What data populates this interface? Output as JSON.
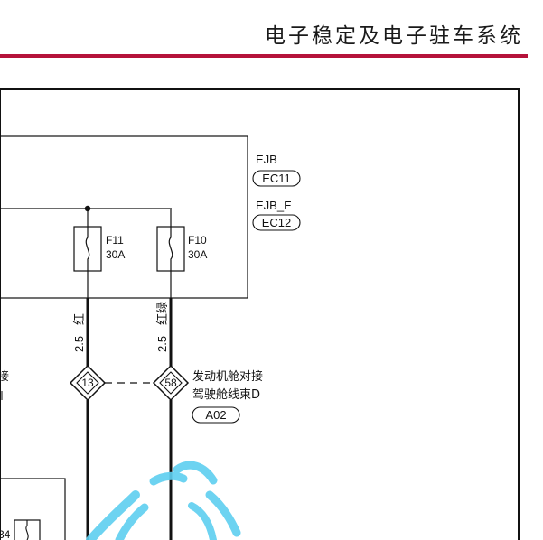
{
  "header": {
    "title": "电子稳定及电子驻车系统",
    "rule_color": "#b5123a"
  },
  "box": {
    "name": "EJB",
    "connectors": [
      "EC11",
      "EC12"
    ],
    "name2": "EJB_E"
  },
  "fuses": [
    {
      "id": "F11",
      "rating": "30A"
    },
    {
      "id": "F10",
      "rating": "30A"
    }
  ],
  "wires": [
    {
      "gauge": "2.5",
      "color": "红"
    },
    {
      "gauge": "2.5",
      "color": "红绿"
    }
  ],
  "splice": {
    "pins": [
      "13",
      "58"
    ],
    "label_line1": "发动机舱对接",
    "label_line2": "驾驶舱线束D",
    "connector": "A02",
    "partial_left": "接"
  },
  "bottom": {
    "partial_pin": "34"
  },
  "icons": [
    "fuse-icon",
    "splice-diamond-icon"
  ]
}
